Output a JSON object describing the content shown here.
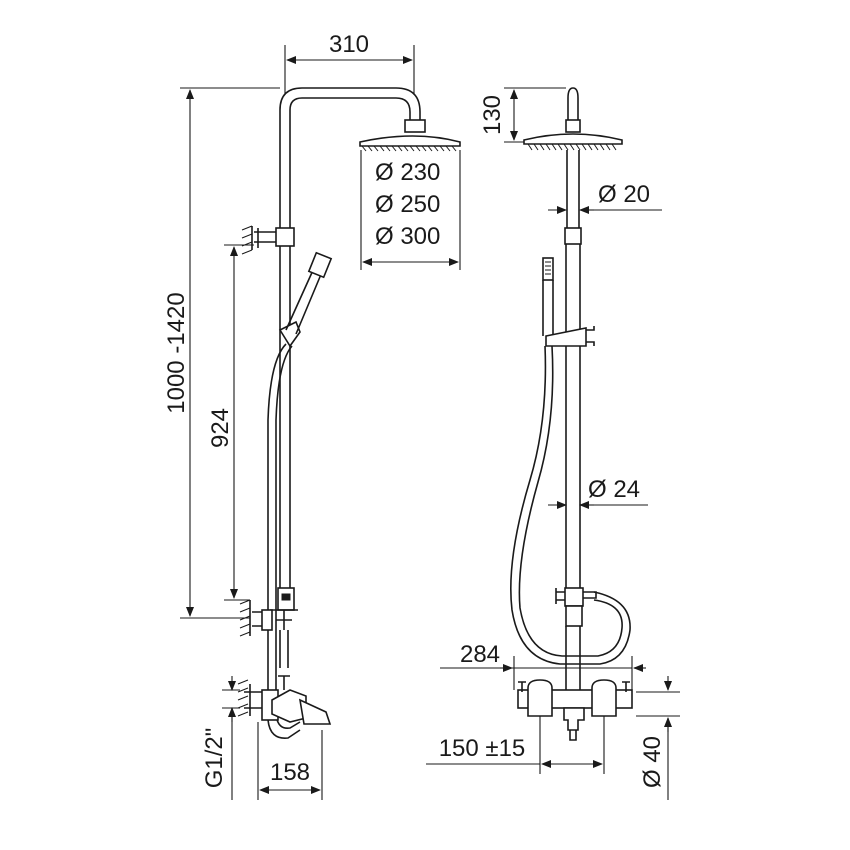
{
  "drawing": {
    "side_view": {
      "dim_width_top": "310",
      "dim_head_1": "Ø 230",
      "dim_head_2": "Ø 250",
      "dim_head_3": "Ø 300",
      "dim_total_height": "1000 -1420",
      "dim_height_924": "924",
      "dim_thread": "G1/2\"",
      "dim_depth": "158"
    },
    "front_view": {
      "dim_top_130": "130",
      "dim_pipe_upper": "Ø 20",
      "dim_pipe_lower": "Ø 24",
      "dim_mixer_width": "284",
      "dim_centers": "150 ±15",
      "dim_body": "Ø 40"
    }
  }
}
